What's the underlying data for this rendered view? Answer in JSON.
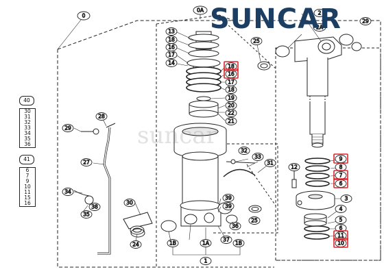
{
  "brand": {
    "logo_text": "SUNCAR",
    "watermark": "suncar",
    "accent": "#1c3e63",
    "highlight": "#e0242a"
  },
  "group_40": {
    "label": "40",
    "items": [
      "30",
      "31",
      "32",
      "33",
      "34",
      "35",
      "36"
    ]
  },
  "group_41": {
    "label": "41",
    "items": [
      "6",
      "7",
      "9",
      "10",
      "11",
      "15",
      "16"
    ]
  },
  "callouts": [
    "0",
    "0A",
    "13",
    "18",
    "16",
    "17",
    "14",
    "18",
    "16",
    "17",
    "18",
    "19",
    "20",
    "22",
    "21",
    "28",
    "29",
    "27",
    "32",
    "33",
    "31",
    "34",
    "38",
    "35",
    "30",
    "39",
    "39",
    "36",
    "37",
    "24",
    "1B",
    "1A",
    "1B",
    "1",
    "25",
    "2",
    "2A",
    "29",
    "25",
    "3",
    "4",
    "12",
    "9",
    "8",
    "7",
    "6",
    "5",
    "6",
    "11",
    "10"
  ]
}
